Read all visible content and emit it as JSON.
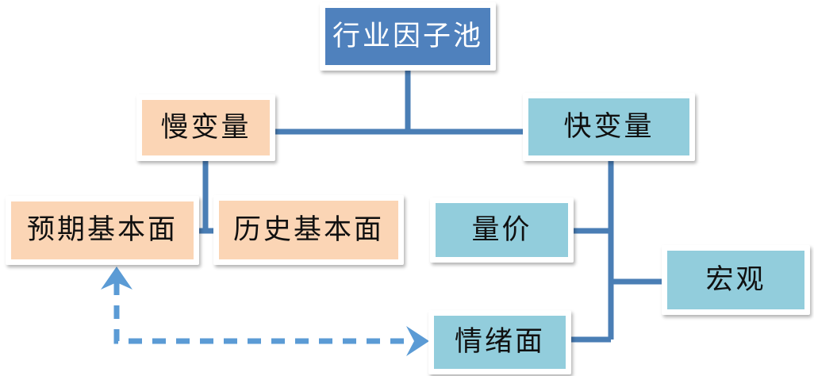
{
  "diagram": {
    "title_node": "行业因子池",
    "palette": {
      "header_blue_fill": "#4F81BD",
      "peach_fill": "#FBD5B5",
      "light_blue_fill": "#92CDDC",
      "connector_blue": "#4A7EB5",
      "dashed_arrow_blue": "#5B9BD5",
      "box_border_white": "#FFFFFF",
      "text_dark": "#101010",
      "text_white": "#FFFFFF",
      "background": "#FFFFFF"
    },
    "nodes": [
      {
        "id": "industry-factor-pool",
        "label": "行业因子池",
        "fill": "#4F81BD",
        "text_color": "#FFFFFF"
      },
      {
        "id": "slow-variable",
        "label": "慢变量",
        "fill": "#FBD5B5",
        "text_color": "#101010"
      },
      {
        "id": "fast-variable",
        "label": "快变量",
        "fill": "#92CDDC",
        "text_color": "#101010"
      },
      {
        "id": "expected-fundamentals",
        "label": "预期基本面",
        "fill": "#FBD5B5",
        "text_color": "#101010"
      },
      {
        "id": "historical-fundamentals",
        "label": "历史基本面",
        "fill": "#FBD5B5",
        "text_color": "#101010"
      },
      {
        "id": "volume-price",
        "label": "量价",
        "fill": "#92CDDC",
        "text_color": "#101010"
      },
      {
        "id": "macro",
        "label": "宏观",
        "fill": "#92CDDC",
        "text_color": "#101010"
      },
      {
        "id": "sentiment",
        "label": "情绪面",
        "fill": "#92CDDC",
        "text_color": "#101010"
      }
    ],
    "edges": [
      {
        "from": "industry-factor-pool",
        "to": "slow-variable",
        "style": "solid"
      },
      {
        "from": "industry-factor-pool",
        "to": "fast-variable",
        "style": "solid"
      },
      {
        "from": "slow-variable",
        "to": "expected-fundamentals",
        "style": "solid"
      },
      {
        "from": "slow-variable",
        "to": "historical-fundamentals",
        "style": "solid"
      },
      {
        "from": "fast-variable",
        "to": "volume-price",
        "style": "solid"
      },
      {
        "from": "fast-variable",
        "to": "macro",
        "style": "solid"
      },
      {
        "from": "fast-variable",
        "to": "sentiment",
        "style": "solid"
      },
      {
        "from": "sentiment",
        "to": "expected-fundamentals",
        "style": "dashed",
        "arrows": "both"
      }
    ]
  }
}
